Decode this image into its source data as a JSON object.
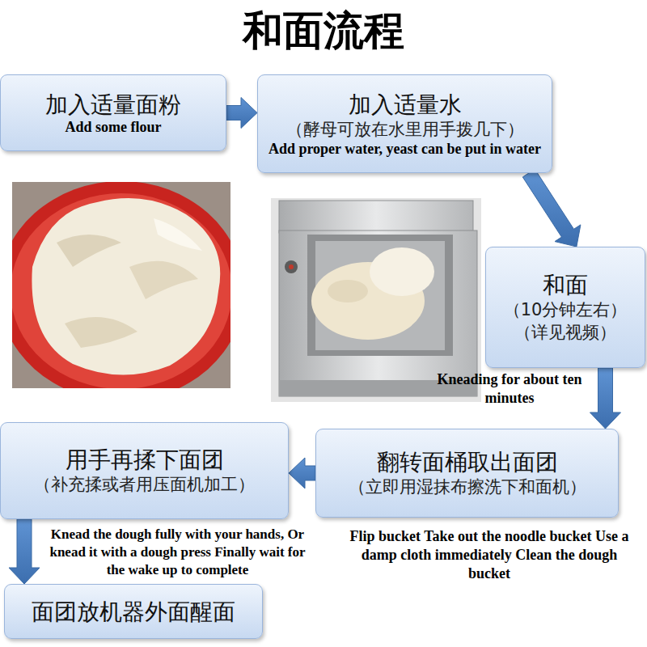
{
  "diagram": {
    "title": "和面流程",
    "nodes": [
      {
        "text": [
          "加入适量面粉",
          "Add some flour"
        ]
      },
      {
        "text": [
          "加入适量水",
          "（酵母可放在水里用手拨几下）",
          "Add proper water, yeast can be put in water"
        ]
      },
      {
        "text": [
          "和面",
          "（10分钟左右）",
          "（详见视频）"
        ]
      },
      {
        "text": [
          "翻转面桶取出面团",
          "（立即用湿抹布擦洗下和面机）"
        ]
      },
      {
        "text": [
          "用手再揉下面团",
          "（补充揉或者用压面机加工）"
        ]
      },
      {
        "text": [
          "面团放机器外面醒面"
        ]
      }
    ],
    "edges": [
      {
        "from": 0,
        "to": 1,
        "arrow": "to"
      },
      {
        "from": 1,
        "to": 2,
        "arrow": "to"
      },
      {
        "from": 2,
        "to": 3,
        "arrow": "to"
      },
      {
        "from": 3,
        "to": 4,
        "arrow": "to"
      },
      {
        "from": 4,
        "to": 5,
        "arrow": "to"
      }
    ],
    "labels": [
      "Kneading for about ten minutes",
      "Flip bucket Take out the noodle bucket Use a damp cloth immediately Clean the dough bucket",
      "Knead the dough fully with your hands, Or knead it with a dough press Finally wait for the wake up to complete"
    ]
  }
}
